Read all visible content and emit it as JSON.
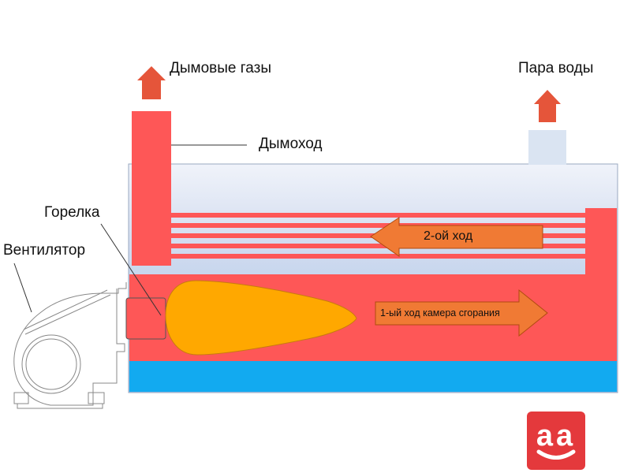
{
  "labels": {
    "flue_gases": "Дымовые газы",
    "water_steam": "Пара воды",
    "chimney": "Дымоход",
    "burner": "Горелка",
    "fan": "Вентилятор",
    "second_pass": "2-ой ход",
    "first_pass": "1-ый ход камера сгорания"
  },
  "logo": {
    "text": "aa"
  },
  "colors": {
    "water_light": "#cdd9ef",
    "water_deep": "#9cc0ec",
    "water_bottom": "#12aaf0",
    "hot_gas": "#fe5757",
    "flame": "#ffa800",
    "pass_arrow": "#f07a34",
    "up_arrow": "#e5553a",
    "steam_dome": "#dae4f2",
    "logo_bg": "#e4393c"
  }
}
